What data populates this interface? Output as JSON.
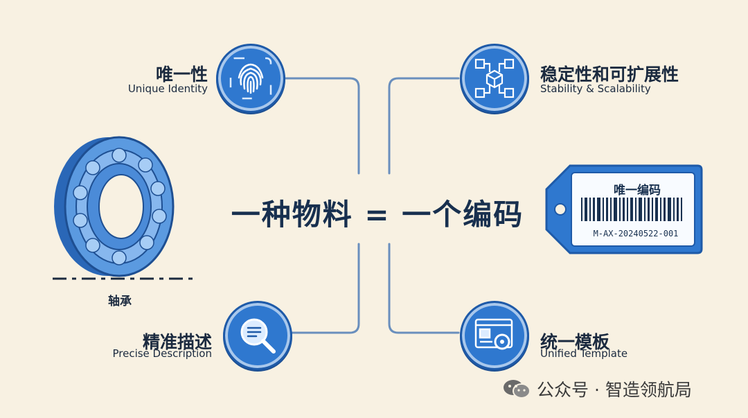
{
  "headline": "一种物料 = 一个编码",
  "features": {
    "top_left": {
      "zh": "唯一性",
      "en": "Unique Identity",
      "icon": "fingerprint-icon"
    },
    "top_right": {
      "zh": "稳定性和可扩展性",
      "en": "Stability & Scalability",
      "icon": "network-cube-icon"
    },
    "bottom_left": {
      "zh": "精准描述",
      "en": "Precise Description",
      "icon": "magnifier-document-icon"
    },
    "bottom_right": {
      "zh": "统一模板",
      "en": "Unified Template",
      "icon": "template-gear-icon"
    }
  },
  "bearing": {
    "label": "轴承",
    "icon": "ball-bearing-icon"
  },
  "tag": {
    "title": "唯一编码",
    "code": "M-AX-20240522-001",
    "icon": "barcode-icon"
  },
  "watermark": {
    "text": "公众号 · 智造领航局",
    "icon": "wechat-icon"
  },
  "colors": {
    "accent": "#2f78cf",
    "line": "#5f87b8",
    "background": "#f8f1e2",
    "text": "#18304f"
  }
}
